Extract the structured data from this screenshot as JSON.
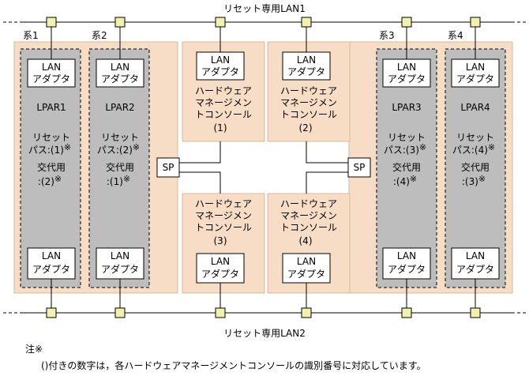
{
  "buses": {
    "top": "リセット専用LAN1",
    "bottom": "リセット専用LAN2"
  },
  "systems": {
    "s1": "系1",
    "s2": "系2",
    "s3": "系3",
    "s4": "系4"
  },
  "lan_adapter": {
    "line1": "LAN",
    "line2": "アダプタ"
  },
  "sp": "SP",
  "lpars": [
    {
      "name": "LPAR1",
      "reset_1": "リセット",
      "reset_2": "パス:(1)",
      "alt_1": "交代用",
      "alt_2": ":(2)",
      "mark": "※"
    },
    {
      "name": "LPAR2",
      "reset_1": "リセット",
      "reset_2": "パス:(2)",
      "alt_1": "交代用",
      "alt_2": ":(1)",
      "mark": "※"
    },
    {
      "name": "LPAR3",
      "reset_1": "リセット",
      "reset_2": "パス:(3)",
      "alt_1": "交代用",
      "alt_2": ":(4)",
      "mark": "※"
    },
    {
      "name": "LPAR4",
      "reset_1": "リセット",
      "reset_2": "パス:(4)",
      "alt_1": "交代用",
      "alt_2": ":(3)",
      "mark": "※"
    }
  ],
  "consoles": [
    {
      "l1": "ハードウェア",
      "l2": "マネージメン",
      "l3": "トコンソール",
      "num": "(1)"
    },
    {
      "l1": "ハードウェア",
      "l2": "マネージメン",
      "l3": "トコンソール",
      "num": "(2)"
    },
    {
      "l1": "ハードウェア",
      "l2": "マネージメン",
      "l3": "トコンソール",
      "num": "(3)"
    },
    {
      "l1": "ハードウェア",
      "l2": "マネージメン",
      "l3": "トコンソール",
      "num": "(4)"
    }
  ],
  "note": {
    "title": "注※",
    "text": "()付きの数字は，各ハードウェアマネージメントコンソールの識別番号に対応しています。"
  },
  "colors": {
    "server_fill": "#f7dcc6",
    "server_stroke": "#d9b89c",
    "lpar_fill": "#bdbdbd",
    "node_fill": "#f2f2b0"
  }
}
